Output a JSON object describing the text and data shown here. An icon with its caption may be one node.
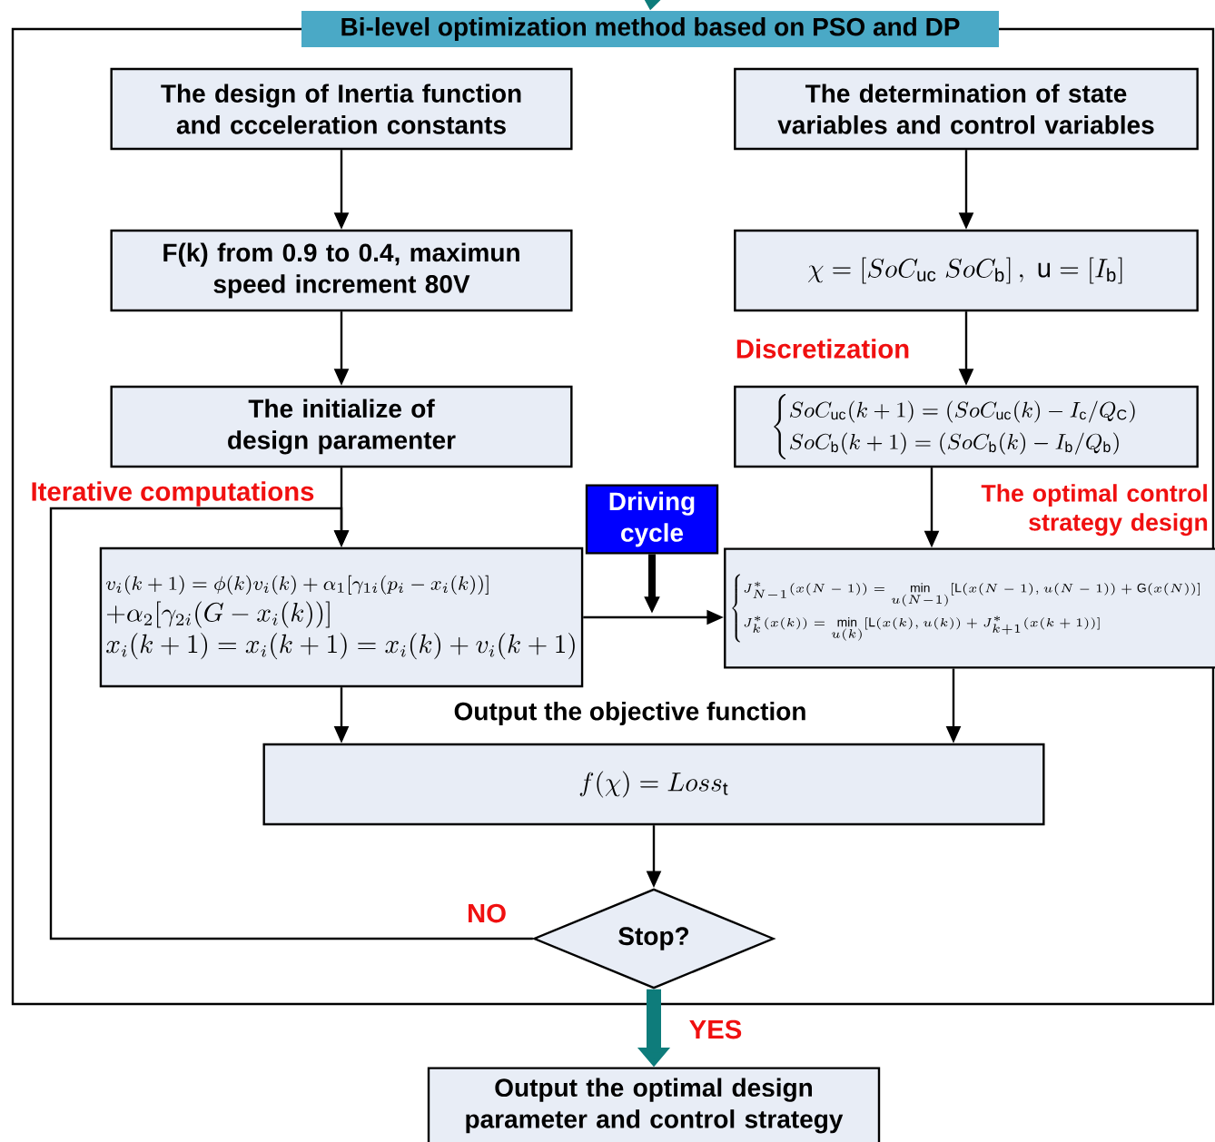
{
  "diagram": {
    "nodes": [
      {
        "text": [
          "Bi-level optimization method based on PSO and DP"
        ]
      },
      {
        "text": [
          "The design of Inertia function and ccceleration constants"
        ],
        "in": 0
      },
      {
        "text": [
          "F(k) from 0.9 to 0.4, maximun speed increment 80V"
        ],
        "in": 0
      },
      {
        "text": [
          "The initialize of design paramenter"
        ],
        "in": 0
      },
      {
        "text": [
          "v_i(k+1)=\\phi(k)v_i(k)+\\alpha_1[\\gamma_{1i}(p_i-x_i(k))]",
          "+\\alpha_2[\\gamma_{2i}(G-x_i(k))]",
          "x_i(k+1)=x_i(k+1)=x_i(k)+v_i(k+1)"
        ],
        "in": 0
      },
      {
        "text": [
          "The determination of state variables and control variables"
        ],
        "in": 0
      },
      {
        "text": [
          "\\chi=\\left[SoC_{\\mathrm{uc}}\\;SoC_{\\mathrm{b}}\\right],\\ \\mathrm{u}=\\left[I_{\\mathrm{b}}\\right]"
        ],
        "in": 0
      },
      {
        "text": [
          "\\begin{cases}SoC_{\\mathrm{uc}}(k+1)=\\left(SoC_{\\mathrm{uc}}(k)-I_{\\mathrm{c}}/Q_{\\mathrm{C}}\\right)\\\\ SoC_{\\mathrm{b}}(k+1)=\\left(SoC_{\\mathrm{b}}(k)-I_{\\mathrm{b}}/Q_{\\mathrm{b}}\\right)\\end{cases}"
        ],
        "in": 0
      },
      {
        "text": [
          "\\begin{cases}J^*_{N-1}(x(N-1))=\\min\\limits_{u(N-1)}[\\mathrm{L}(x(N-1),u(N-1))+\\mathrm{G}(x(N))]\\\\ J^*_k(x(k))=\\min\\limits_{u(k)}[\\mathrm{L}(x(k),u(k))+J^*_{k+1}(x(k+1))]\\end{cases}"
        ],
        "in": 0
      },
      {
        "text": [
          "Driving cycle"
        ],
        "in": 0
      },
      {
        "text": [
          "f(\\chi)=Loss_{\\mathrm{t}}"
        ],
        "in": 0
      },
      {
        "text": [
          "Stop?"
        ],
        "in": 0
      },
      {
        "text": [
          "Output the optimal design parameter and control strategy"
        ]
      }
    ],
    "edges": [
      {
        "from": null,
        "to": 0,
        "arrow": "to",
        "style": "thick",
        "color": "#0e7c7b"
      },
      {
        "from": 1,
        "to": 2,
        "arrow": "to"
      },
      {
        "from": 2,
        "to": 3,
        "arrow": "to"
      },
      {
        "from": 3,
        "to": 4,
        "arrow": "to"
      },
      {
        "from": 5,
        "to": 6,
        "arrow": "to"
      },
      {
        "from": 6,
        "to": 7,
        "arrow": "to"
      },
      {
        "from": 7,
        "to": 8,
        "arrow": "to"
      },
      {
        "from": 4,
        "to": 8,
        "arrow": "to"
      },
      {
        "from": 9,
        "to": null,
        "arrow": "to",
        "style": "thick"
      },
      {
        "from": 4,
        "to": 10,
        "arrow": "to"
      },
      {
        "from": 8,
        "to": 10,
        "arrow": "to"
      },
      {
        "from": 10,
        "to": 11,
        "arrow": "to"
      },
      {
        "from": 11,
        "to": 4,
        "arrow": "to",
        "label": "NO"
      },
      {
        "from": 11,
        "to": 12,
        "arrow": "to",
        "label": "YES",
        "style": "thick",
        "color": "#0e7c7b"
      }
    ],
    "labels": [
      "Discretization",
      "Iterative computations",
      "The optimal control strategy design",
      "Output the objective function"
    ]
  }
}
